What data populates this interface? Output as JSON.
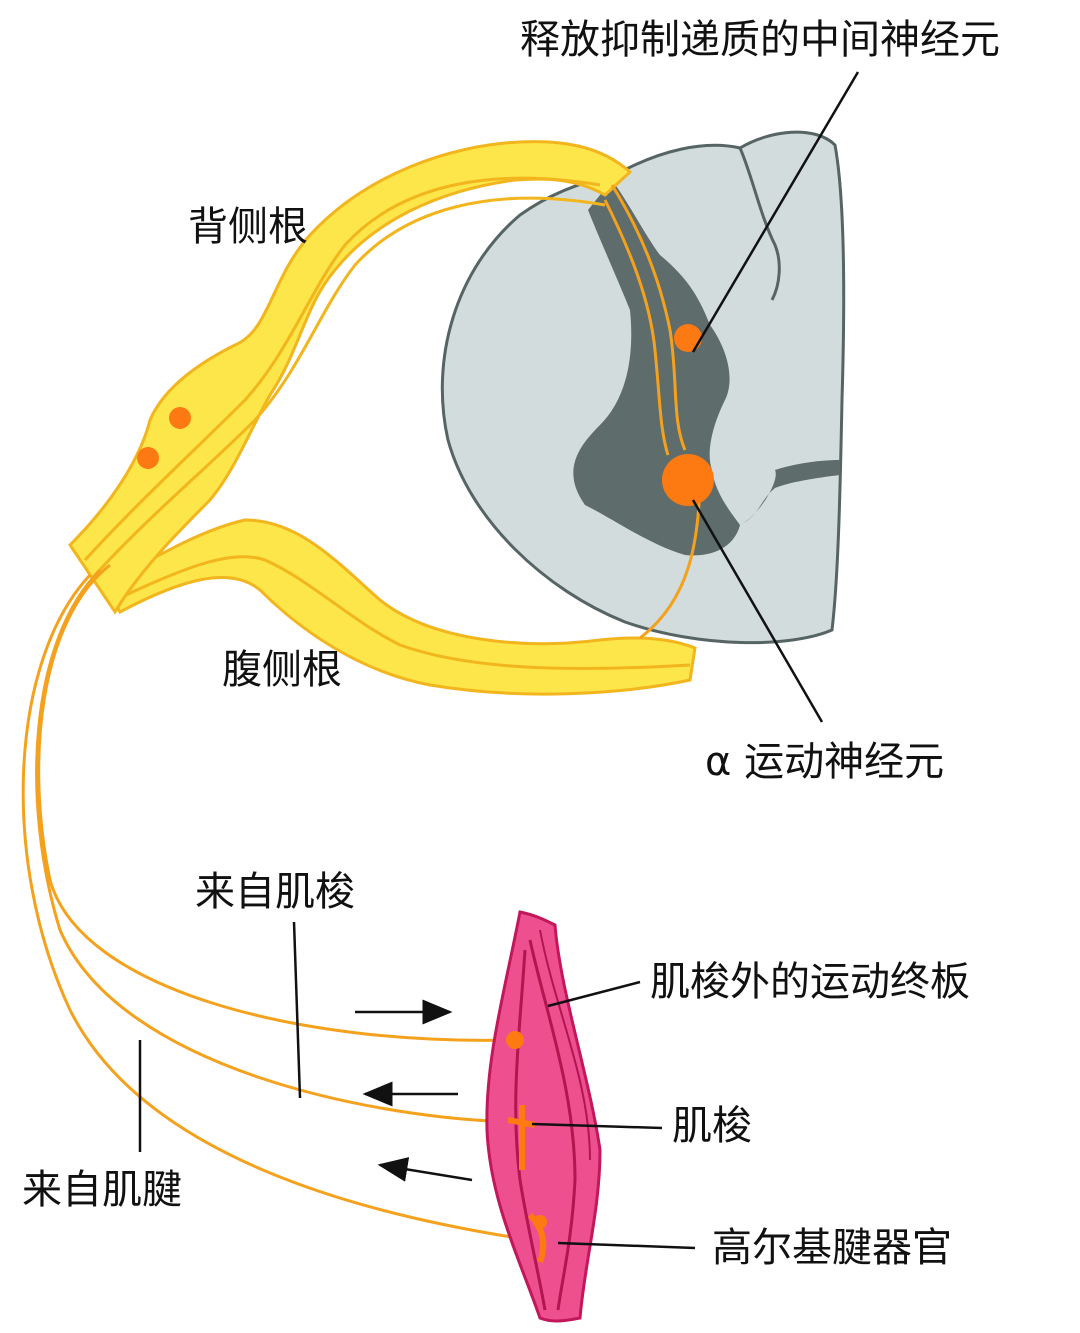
{
  "labels": {
    "interneuron": "释放抑制递质的中间神经元",
    "dorsal_root": "背侧根",
    "ventral_root": "腹侧根",
    "alpha_motor_neuron": "α 运动神经元",
    "from_spindle": "来自肌梭",
    "extrafusal_endplate": "肌梭外的运动终板",
    "muscle_spindle": "肌梭",
    "from_tendon": "来自肌腱",
    "golgi_tendon_organ": "高尔基腱器官"
  },
  "colors": {
    "spinal_cord_white_matter": "#d3dcdc",
    "gray_matter": "#5e6c6c",
    "nerve_yellow": "#fde64a",
    "nerve_outline": "#f2b51d",
    "axon_orange": "#f4a21e",
    "neuron_orange": "#fd7a13",
    "muscle_pink": "#ee4f8f",
    "muscle_outline": "#c2185b"
  }
}
